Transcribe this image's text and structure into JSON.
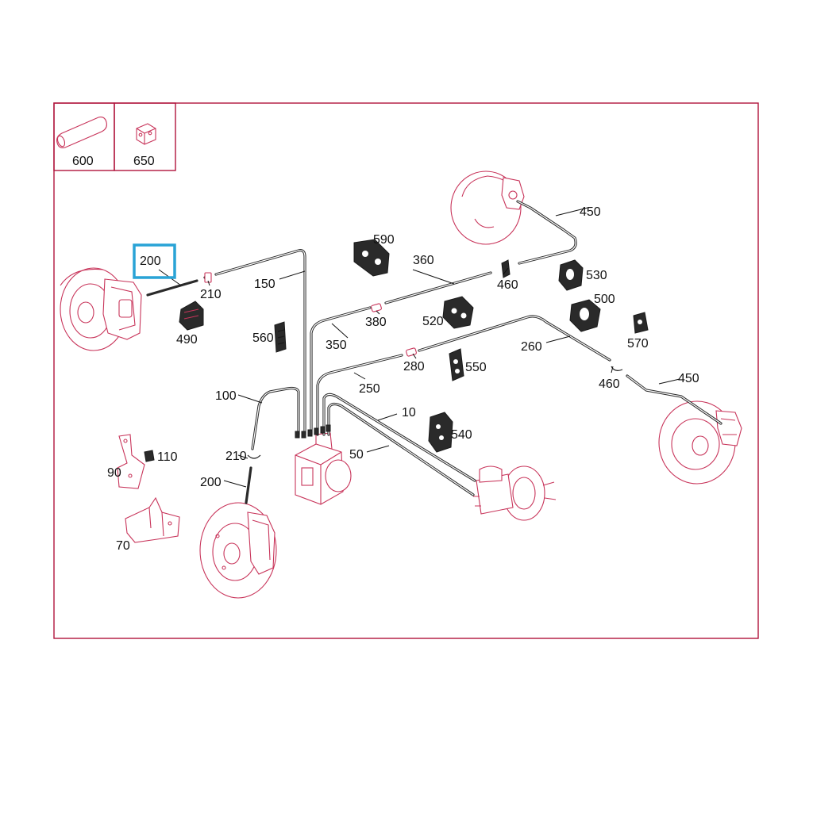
{
  "legend_parts": [
    {
      "id": "legend-600",
      "label": "600"
    },
    {
      "id": "legend-650",
      "label": "650"
    }
  ],
  "labels": {
    "l10": "10",
    "l50": "50",
    "l70": "70",
    "l90": "90",
    "l100": "100",
    "l110": "110",
    "l150": "150",
    "l200a": "200",
    "l200b": "200",
    "l210a": "210",
    "l210b": "210",
    "l250": "250",
    "l260": "260",
    "l280": "280",
    "l350": "350",
    "l360": "360",
    "l380": "380",
    "l450a": "450",
    "l450b": "450",
    "l460a": "460",
    "l460b": "460",
    "l490": "490",
    "l500": "500",
    "l520": "520",
    "l530": "530",
    "l540": "540",
    "l550": "550",
    "l560": "560",
    "l570": "570",
    "l590": "590"
  },
  "highlighted_part": "200",
  "colors": {
    "frame": "#b0143c",
    "part_line": "#c8345a",
    "highlight": "#29a3d6",
    "pipe": "#2a2a2a"
  }
}
